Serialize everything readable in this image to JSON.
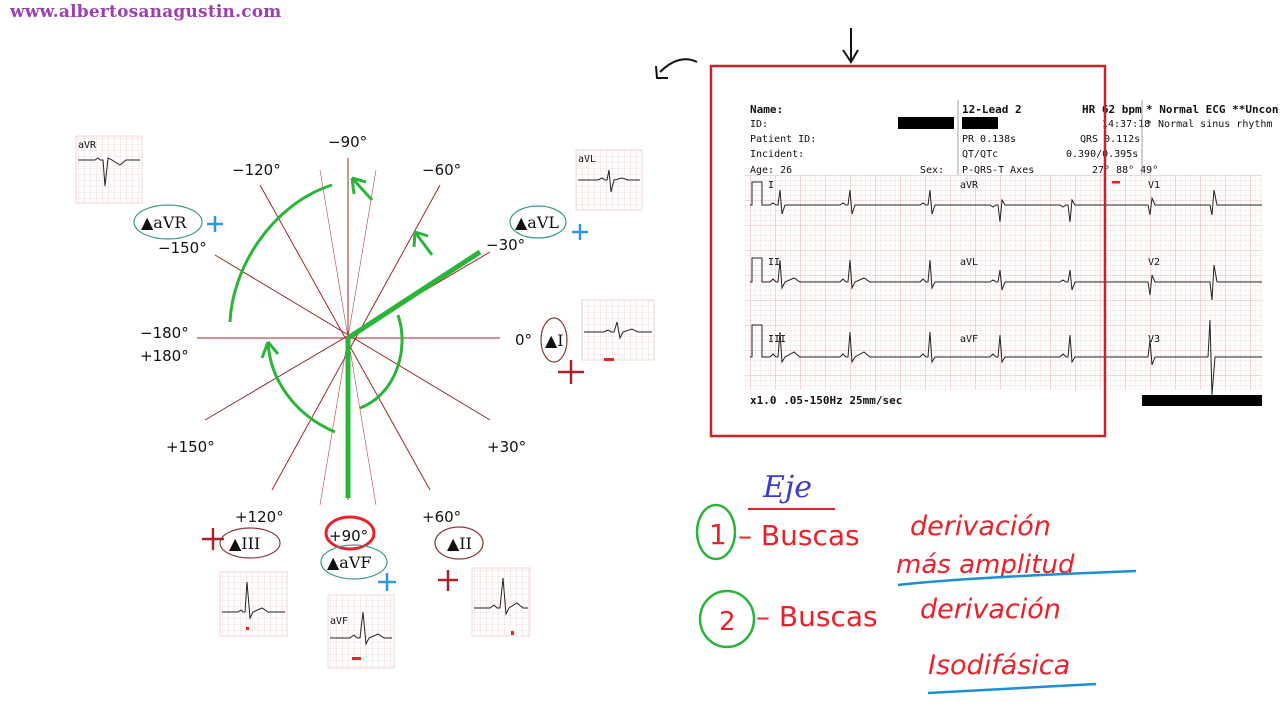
{
  "site_url": "www.albertosanagustin.com",
  "angles": {
    "top": "−90°",
    "m120": "−120°",
    "m60": "−60°",
    "m150": "−150°",
    "m30": "−30°",
    "m180": "−180°",
    "p180": "+180°",
    "zero": "0°",
    "p150": "+150°",
    "p30": "+30°",
    "p120": "+120°",
    "p90": "+90°",
    "p60": "+60°"
  },
  "leads": {
    "avr": "▲aVR",
    "avl": "▲aVL",
    "i": "▲I",
    "iii": "▲III",
    "avf": "▲aVF",
    "ii": "▲II"
  },
  "thumb_labels": {
    "avr": "aVR",
    "avl": "aVL",
    "avf": "aVF"
  },
  "ecg": {
    "name": "Name:",
    "id": "ID:",
    "patient_id": "Patient ID:",
    "incident": "Incident:",
    "age": "Age: 26",
    "sex": "Sex:",
    "lead_title": "12-Lead 2",
    "pr": "PR 0.138s",
    "qtqtc": "QT/QTc",
    "pqrst": "P-QRS-T Axes",
    "hr": "HR 62 bpm",
    "time": "14:37:18",
    "qrs": "QRS 0.112s",
    "qt_vals": "0.390/0.395s",
    "axes_vals": "27° 88° 49°",
    "interp1": "* Normal ECG **Uncon",
    "interp2": "* Normal sinus rhythm",
    "lead_I": "I",
    "lead_II": "II",
    "lead_III": "III",
    "lead_aVR": "aVR",
    "lead_aVL": "aVL",
    "lead_aVF": "aVF",
    "lead_V1": "V1",
    "lead_V2": "V2",
    "lead_V3": "V3",
    "footer": "x1.0 .05-150Hz 25mm/sec"
  },
  "notes": {
    "title": "Eje",
    "step1_num": "1",
    "step1_verb": "– Buscas",
    "step1_a": "derivación",
    "step1_b": "más amplitud",
    "step2_num": "2",
    "step2_verb": "– Buscas",
    "step2_a": "derivación",
    "step2_b": "Isodifásica"
  },
  "colors": {
    "axis_green": "#2ab43a",
    "marker_red": "#e8222a",
    "plus_red": "#a8242a",
    "plus_blue": "#2a9ad8",
    "underline_blue": "#1a8fd6",
    "title_blue": "#3a3ad0",
    "url_purple": "#9b3fb0",
    "frame_red": "#c4242a",
    "grid_line": "#9b2a2a"
  }
}
